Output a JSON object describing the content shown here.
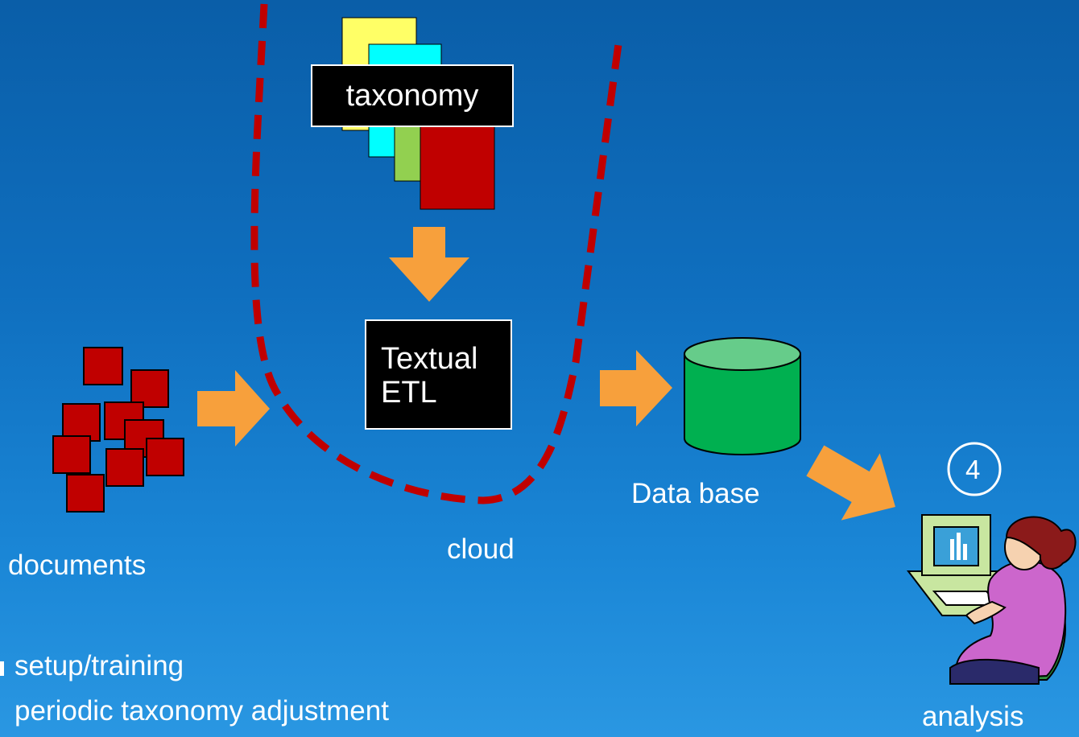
{
  "labels": {
    "taxonomy": "taxonomy",
    "textual_etl_line1": "Textual",
    "textual_etl_line2": "ETL",
    "documents": "documents",
    "cloud": "cloud",
    "database": "Data base",
    "analysis": "analysis",
    "step_number": "4"
  },
  "notes": {
    "line1": "setup/training",
    "line2": "periodic taxonomy adjustment"
  },
  "colors": {
    "arrow": "#f7a03c",
    "document_red": "#c00000",
    "cloud_dash": "#c00000",
    "cylinder_green": "#00b050",
    "cylinder_top": "#66cc8a",
    "taxonomy_yellow": "#ffff66",
    "taxonomy_cyan": "#00ffff",
    "taxonomy_green": "#92d050"
  }
}
